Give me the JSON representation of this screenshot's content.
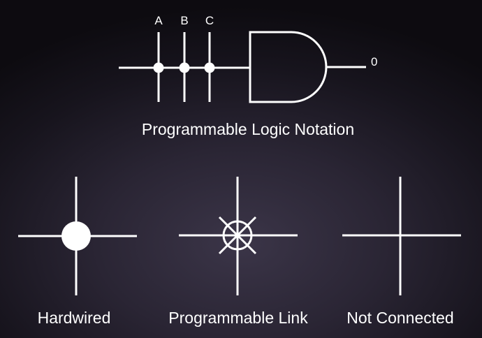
{
  "gate": {
    "inputs": [
      "A",
      "B",
      "C"
    ],
    "output": "0"
  },
  "title": "Programmable Logic Notation",
  "symbols": [
    {
      "caption": "Hardwired"
    },
    {
      "caption": "Programmable Link"
    },
    {
      "caption": "Not Connected"
    }
  ],
  "colors": {
    "line": "#ffffff",
    "background": "#2a2534"
  }
}
